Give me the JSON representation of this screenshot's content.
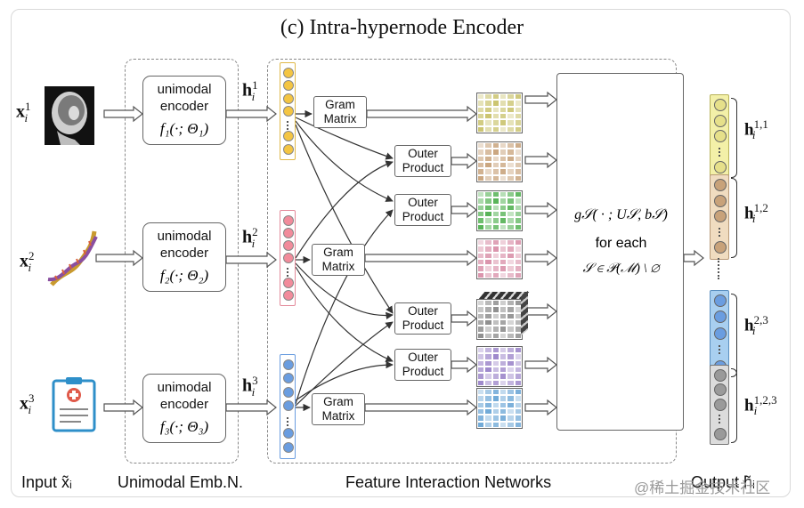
{
  "title": "(c) Intra-hypernode Encoder",
  "inputs": [
    {
      "var": "x",
      "sup": "1",
      "sub": "i",
      "icon": "mri-scan-icon"
    },
    {
      "var": "x",
      "sup": "2",
      "sub": "i",
      "icon": "dna-helix-icon"
    },
    {
      "var": "x",
      "sup": "3",
      "sub": "i",
      "icon": "medical-clipboard-icon"
    }
  ],
  "encoders": [
    {
      "line1": "unimodal",
      "line2": "encoder",
      "func": "f₁(·; Θ₁)"
    },
    {
      "line1": "unimodal",
      "line2": "encoder",
      "func": "f₂(·; Θ₂)"
    },
    {
      "line1": "unimodal",
      "line2": "encoder",
      "func": "f₃(·; Θ₃)"
    }
  ],
  "embeddings": [
    {
      "var": "h",
      "sub": "i",
      "sup": "1"
    },
    {
      "var": "h",
      "sub": "i",
      "sup": "2"
    },
    {
      "var": "h",
      "sub": "i",
      "sup": "3"
    }
  ],
  "gram_label": [
    "Gram",
    "Matrix"
  ],
  "outer_label": [
    "Outer",
    "Product"
  ],
  "fusion": {
    "func": "g𝒮( · ; U𝒮, b𝒮)",
    "text": "for each",
    "set": "𝒮 ∈ 𝒫(ℳ) \\ ∅"
  },
  "outputs": [
    {
      "var": "h",
      "sub": "i",
      "sup": "1,1"
    },
    {
      "var": "h",
      "sub": "i",
      "sup": "1,2"
    },
    {
      "var": "h",
      "sub": "i",
      "sup": "2,3"
    },
    {
      "var": "h",
      "sub": "i",
      "sup": "1,2,3"
    }
  ],
  "bottom_labels": {
    "input": "Input x̃ᵢ",
    "emb": "Unimodal Emb.N.",
    "fin": "Feature Interaction Networks",
    "output": "Output h̃ᵢ"
  },
  "watermark": "@稀土掘金技术社区",
  "colors": {
    "yellow": "#f4c542",
    "pink": "#f28b9b",
    "blue": "#6a9de0",
    "gram1": "#c9c26a",
    "outer1": "#c8a27a",
    "outer2": "#4fb04f",
    "gram2": "#d98fa8",
    "outer3": "#8a8a8a",
    "outer4": "#9a83c9",
    "gram3": "#6aa6d6"
  }
}
